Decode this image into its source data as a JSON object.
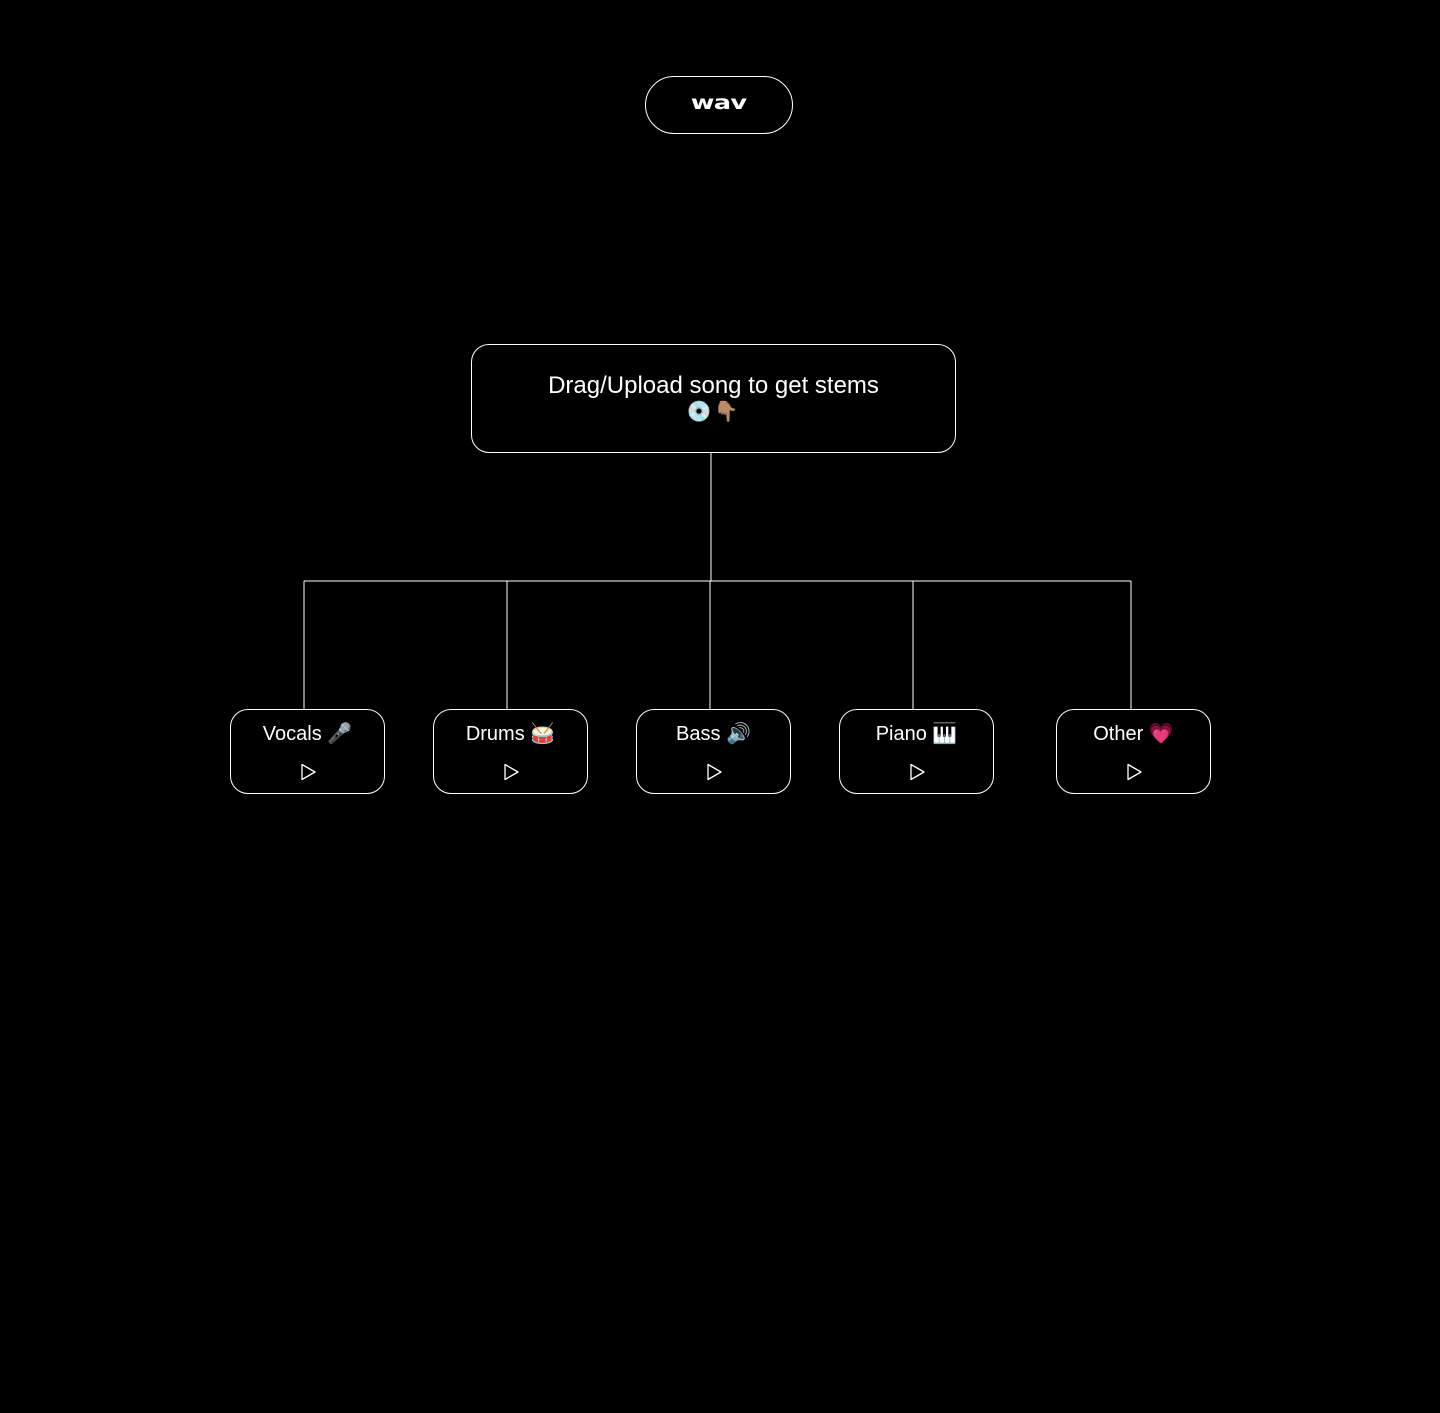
{
  "header": {
    "logo_text": "wav"
  },
  "upload": {
    "prompt": "Drag/Upload song to get stems",
    "emoji": "💿👇🏽"
  },
  "stems": [
    {
      "label": "Vocals 🎤",
      "play_icon": "play-icon"
    },
    {
      "label": "Drums 🥁",
      "play_icon": "play-icon"
    },
    {
      "label": "Bass 🔊",
      "play_icon": "play-icon"
    },
    {
      "label": "Piano 🎹",
      "play_icon": "play-icon"
    },
    {
      "label": "Other 💗",
      "play_icon": "play-icon"
    }
  ],
  "colors": {
    "background": "#000000",
    "foreground": "#ffffff"
  }
}
